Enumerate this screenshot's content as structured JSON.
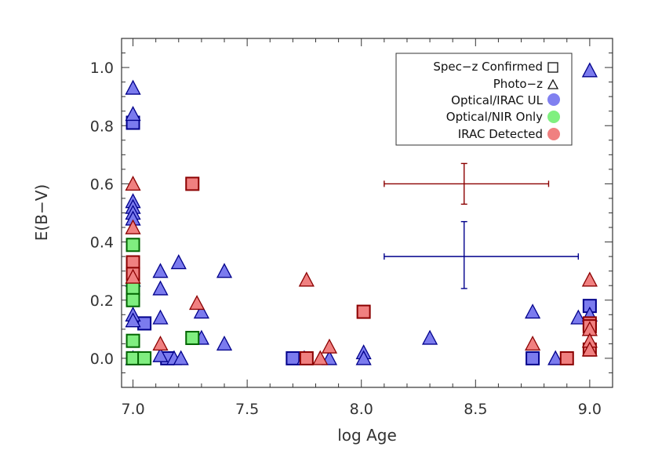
{
  "chart_data": {
    "type": "scatter",
    "xlabel": "log Age",
    "ylabel": "E(B−V)",
    "xlim": [
      6.95,
      9.1
    ],
    "ylim": [
      -0.1,
      1.1
    ],
    "xticks": [
      "7.0",
      "7.5",
      "8.0",
      "8.5",
      "9.0"
    ],
    "xtick_values": [
      7.0,
      7.5,
      8.0,
      8.5,
      9.0
    ],
    "yticks": [
      "0.0",
      "0.2",
      "0.4",
      "0.6",
      "0.8",
      "1.0"
    ],
    "ytick_values": [
      0.0,
      0.2,
      0.4,
      0.6,
      0.8,
      1.0
    ],
    "grid": false,
    "legend": {
      "position": "top-right",
      "entries": [
        {
          "label": "Spec−z Confirmed",
          "symbol": "square-open"
        },
        {
          "label": "Photo−z",
          "symbol": "triangle-open"
        },
        {
          "label": "Optical/IRAC UL",
          "symbol": "circle",
          "color": "#8080f0"
        },
        {
          "label": "Optical/NIR Only",
          "symbol": "circle",
          "color": "#80f080"
        },
        {
          "label": "IRAC Detected",
          "symbol": "circle",
          "color": "#f08080"
        }
      ]
    },
    "colors": {
      "blue_fill": "#7b7bee",
      "blue_edge": "#00008b",
      "green_fill": "#80ee80",
      "green_edge": "#006400",
      "red_fill": "#f08080",
      "red_edge": "#8b0000"
    },
    "series": [
      {
        "name": "Optical/IRAC UL",
        "color": "blue",
        "spec_z": [
          [
            7.0,
            0.81
          ],
          [
            7.0,
            0.0
          ],
          [
            7.05,
            0.12
          ],
          [
            7.15,
            0.0
          ],
          [
            7.7,
            0.0
          ],
          [
            8.75,
            0.0
          ],
          [
            9.0,
            0.18
          ]
        ],
        "photo_z": [
          [
            7.0,
            0.93
          ],
          [
            7.0,
            0.84
          ],
          [
            7.0,
            0.54
          ],
          [
            7.0,
            0.52
          ],
          [
            7.0,
            0.5
          ],
          [
            7.0,
            0.48
          ],
          [
            7.0,
            0.27
          ],
          [
            7.0,
            0.15
          ],
          [
            7.0,
            0.13
          ],
          [
            7.0,
            0.0
          ],
          [
            7.12,
            0.3
          ],
          [
            7.12,
            0.24
          ],
          [
            7.12,
            0.14
          ],
          [
            7.12,
            0.01
          ],
          [
            7.18,
            0.0
          ],
          [
            7.2,
            0.33
          ],
          [
            7.21,
            0.0
          ],
          [
            7.3,
            0.16
          ],
          [
            7.3,
            0.07
          ],
          [
            7.4,
            0.3
          ],
          [
            7.4,
            0.05
          ],
          [
            7.75,
            0.0
          ],
          [
            7.86,
            0.0
          ],
          [
            8.01,
            0.02
          ],
          [
            8.01,
            0.0
          ],
          [
            8.3,
            0.07
          ],
          [
            8.75,
            0.16
          ],
          [
            8.85,
            0.0
          ],
          [
            8.95,
            0.14
          ],
          [
            9.0,
            0.15
          ],
          [
            9.0,
            0.99
          ]
        ]
      },
      {
        "name": "Optical/NIR Only",
        "color": "green",
        "spec_z": [
          [
            7.0,
            0.39
          ],
          [
            7.0,
            0.24
          ],
          [
            7.0,
            0.2
          ],
          [
            7.0,
            0.06
          ],
          [
            7.0,
            0.0
          ],
          [
            7.05,
            0.0
          ],
          [
            7.26,
            0.07
          ]
        ],
        "photo_z": []
      },
      {
        "name": "IRAC Detected",
        "color": "red",
        "spec_z": [
          [
            7.26,
            0.6
          ],
          [
            7.0,
            0.33
          ],
          [
            7.0,
            0.29
          ],
          [
            7.76,
            0.0
          ],
          [
            8.01,
            0.16
          ],
          [
            8.9,
            0.0
          ],
          [
            9.0,
            0.12
          ],
          [
            9.0,
            0.11
          ],
          [
            9.0,
            0.03
          ]
        ],
        "photo_z": [
          [
            7.0,
            0.6
          ],
          [
            7.0,
            0.45
          ],
          [
            7.0,
            0.28
          ],
          [
            7.12,
            0.05
          ],
          [
            7.28,
            0.19
          ],
          [
            7.76,
            0.27
          ],
          [
            7.82,
            0.0
          ],
          [
            7.86,
            0.04
          ],
          [
            8.75,
            0.05
          ],
          [
            9.0,
            0.27
          ],
          [
            9.0,
            0.1
          ],
          [
            9.0,
            0.06
          ],
          [
            9.0,
            0.03
          ]
        ]
      }
    ],
    "error_bars": [
      {
        "color": "red",
        "x": 8.45,
        "y": 0.6,
        "x_low": 8.1,
        "x_high": 8.82,
        "y_low": 0.53,
        "y_high": 0.67
      },
      {
        "color": "blue",
        "x": 8.45,
        "y": 0.35,
        "x_low": 8.1,
        "x_high": 8.95,
        "y_low": 0.24,
        "y_high": 0.47
      }
    ]
  }
}
